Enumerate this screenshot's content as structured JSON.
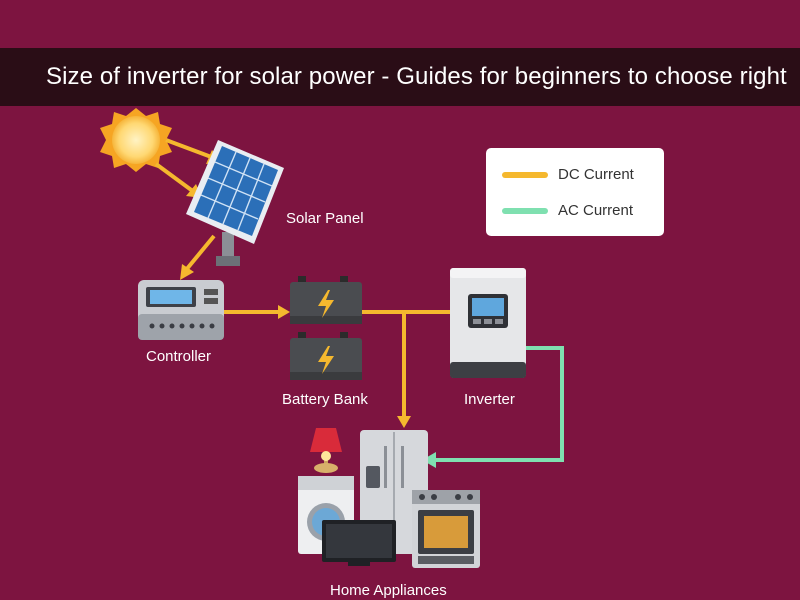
{
  "title": "Size of inverter for solar power -  Guides for beginners to choose right",
  "legend": {
    "items": [
      {
        "label": "DC Current",
        "color": "#f5b82e"
      },
      {
        "label": "AC Current",
        "color": "#7fe0b0"
      }
    ]
  },
  "components": {
    "solar_panel": "Solar Panel",
    "controller": "Controller",
    "battery_bank": "Battery Bank",
    "inverter": "Inverter",
    "home_appliances": "Home Appliances"
  },
  "colors": {
    "background": "#7d1440",
    "title_bar": "#2a0d16",
    "dc_current": "#f5b82e",
    "ac_current": "#7fe0b0"
  }
}
